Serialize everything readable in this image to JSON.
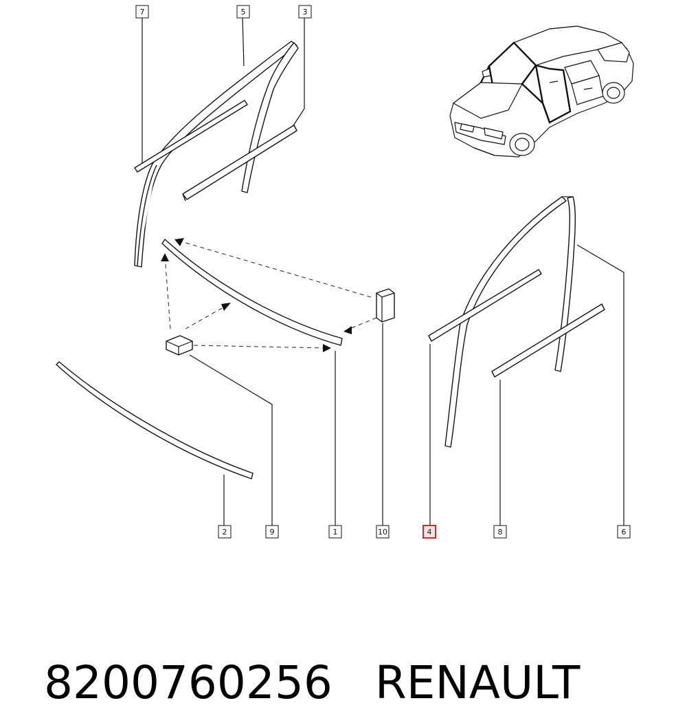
{
  "callouts": [
    {
      "id": "7",
      "label": "7",
      "highlighted": false
    },
    {
      "id": "5",
      "label": "5",
      "highlighted": false
    },
    {
      "id": "3",
      "label": "3",
      "highlighted": false
    },
    {
      "id": "2",
      "label": "2",
      "highlighted": false
    },
    {
      "id": "9",
      "label": "9",
      "highlighted": false
    },
    {
      "id": "1",
      "label": "1",
      "highlighted": false
    },
    {
      "id": "10",
      "label": "10",
      "highlighted": false
    },
    {
      "id": "4",
      "label": "4",
      "highlighted": true
    },
    {
      "id": "8",
      "label": "8",
      "highlighted": false
    },
    {
      "id": "6",
      "label": "6",
      "highlighted": false
    }
  ],
  "footer": {
    "part_number": "8200760256",
    "brand": "RENAULT"
  },
  "colors": {
    "highlight": "#d8232a",
    "line": "#111111",
    "background": "#ffffff"
  }
}
